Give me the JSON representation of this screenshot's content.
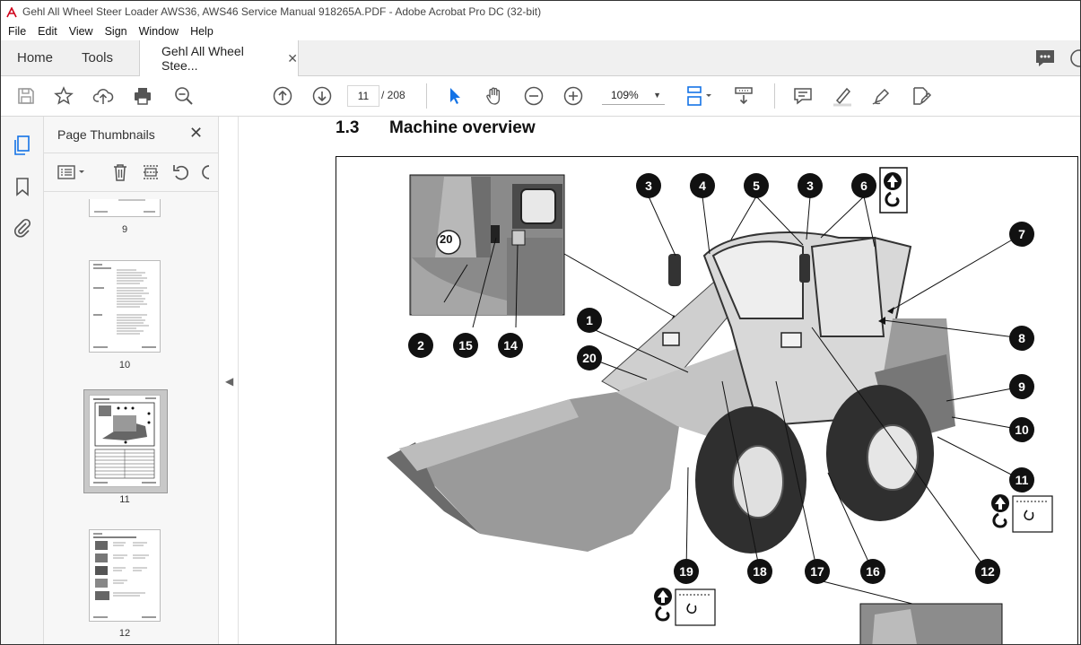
{
  "window": {
    "title": "Gehl All Wheel Steer Loader AWS36, AWS46 Service Manual 918265A.PDF - Adobe Acrobat Pro DC (32-bit)"
  },
  "menu": [
    "File",
    "Edit",
    "View",
    "Sign",
    "Window",
    "Help"
  ],
  "tabs": {
    "home": "Home",
    "tools": "Tools",
    "document": "Gehl All Wheel Stee..."
  },
  "toolbar": {
    "current_page": "11",
    "total_pages": "/ 208",
    "zoom": "109%"
  },
  "panel": {
    "title": "Page Thumbnails",
    "thumbnails": [
      {
        "label": "9"
      },
      {
        "label": "10"
      },
      {
        "label": "11",
        "selected": true
      },
      {
        "label": "12"
      }
    ]
  },
  "document": {
    "section_number": "1.3",
    "section_title": "Machine overview",
    "callouts": [
      "3",
      "4",
      "5",
      "3",
      "6",
      "7",
      "8",
      "9",
      "10",
      "11",
      "12",
      "16",
      "17",
      "18",
      "19",
      "20",
      "1",
      "2",
      "15",
      "14"
    ],
    "inset_plate": "20"
  },
  "colors": {
    "accent": "#1473e6",
    "acrobat_red": "#d0021b"
  }
}
